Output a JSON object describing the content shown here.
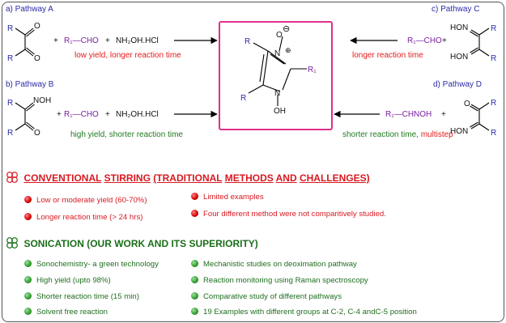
{
  "pathways": {
    "a": {
      "label": "a) Pathway A",
      "reagent1": "R₁—CHO",
      "reagent2": "NH₂OH.HCl",
      "note": "low yield, longer reaction time"
    },
    "b": {
      "label": "b) Pathway B",
      "reagent1": "R₁—CHO",
      "reagent2": "NH₂OH.HCl",
      "note": "high yield, shorter reaction time"
    },
    "c": {
      "label": "c) Pathway C",
      "reagent": "R₁—CHO",
      "note": "longer reaction time"
    },
    "d": {
      "label": "d) Pathway D",
      "reagent": "R₁—CHNOH",
      "note_green": "shorter reaction time,",
      "note_red": " multistep"
    }
  },
  "structures": {
    "R": "R",
    "R1": "R₁",
    "O": "O",
    "NOH": "NOH",
    "HON": "HON",
    "N": "N",
    "OH": "OH",
    "plus": "+",
    "charge_minus": "⊖",
    "charge_plus": "⊕"
  },
  "conventional": {
    "title_parts": [
      "CONVENTIONAL",
      "STIRRING",
      "(TRADITIONAL",
      "METHODS",
      "AND",
      "CHALLENGES)"
    ],
    "items_left": [
      "Low or moderate yield (60-70%)",
      "Longer reaction time (> 24 hrs)"
    ],
    "items_right": [
      "Limited examples",
      "Four different method were not comparitively studied."
    ]
  },
  "sonication": {
    "title": "SONICATION (OUR WORK AND ITS SUPERIORITY)",
    "items_left": [
      "Sonochemistry- a green technology",
      "High yield (upto 98%)",
      "Shorter reaction time (15 min)",
      "Solvent free reaction"
    ],
    "items_right": [
      "Mechanistic studies on deoximation pathway",
      "Reaction monitoring using Raman spectroscopy",
      "Comparative study of different pathways",
      "19 Examples with different groups at C-2, C-4 andC-5 position"
    ]
  },
  "colors": {
    "red": "#d71920",
    "green": "#1f7a1f",
    "blue": "#2a2aa8",
    "magenta": "#e0308c",
    "purple": "#7a1fa2"
  }
}
